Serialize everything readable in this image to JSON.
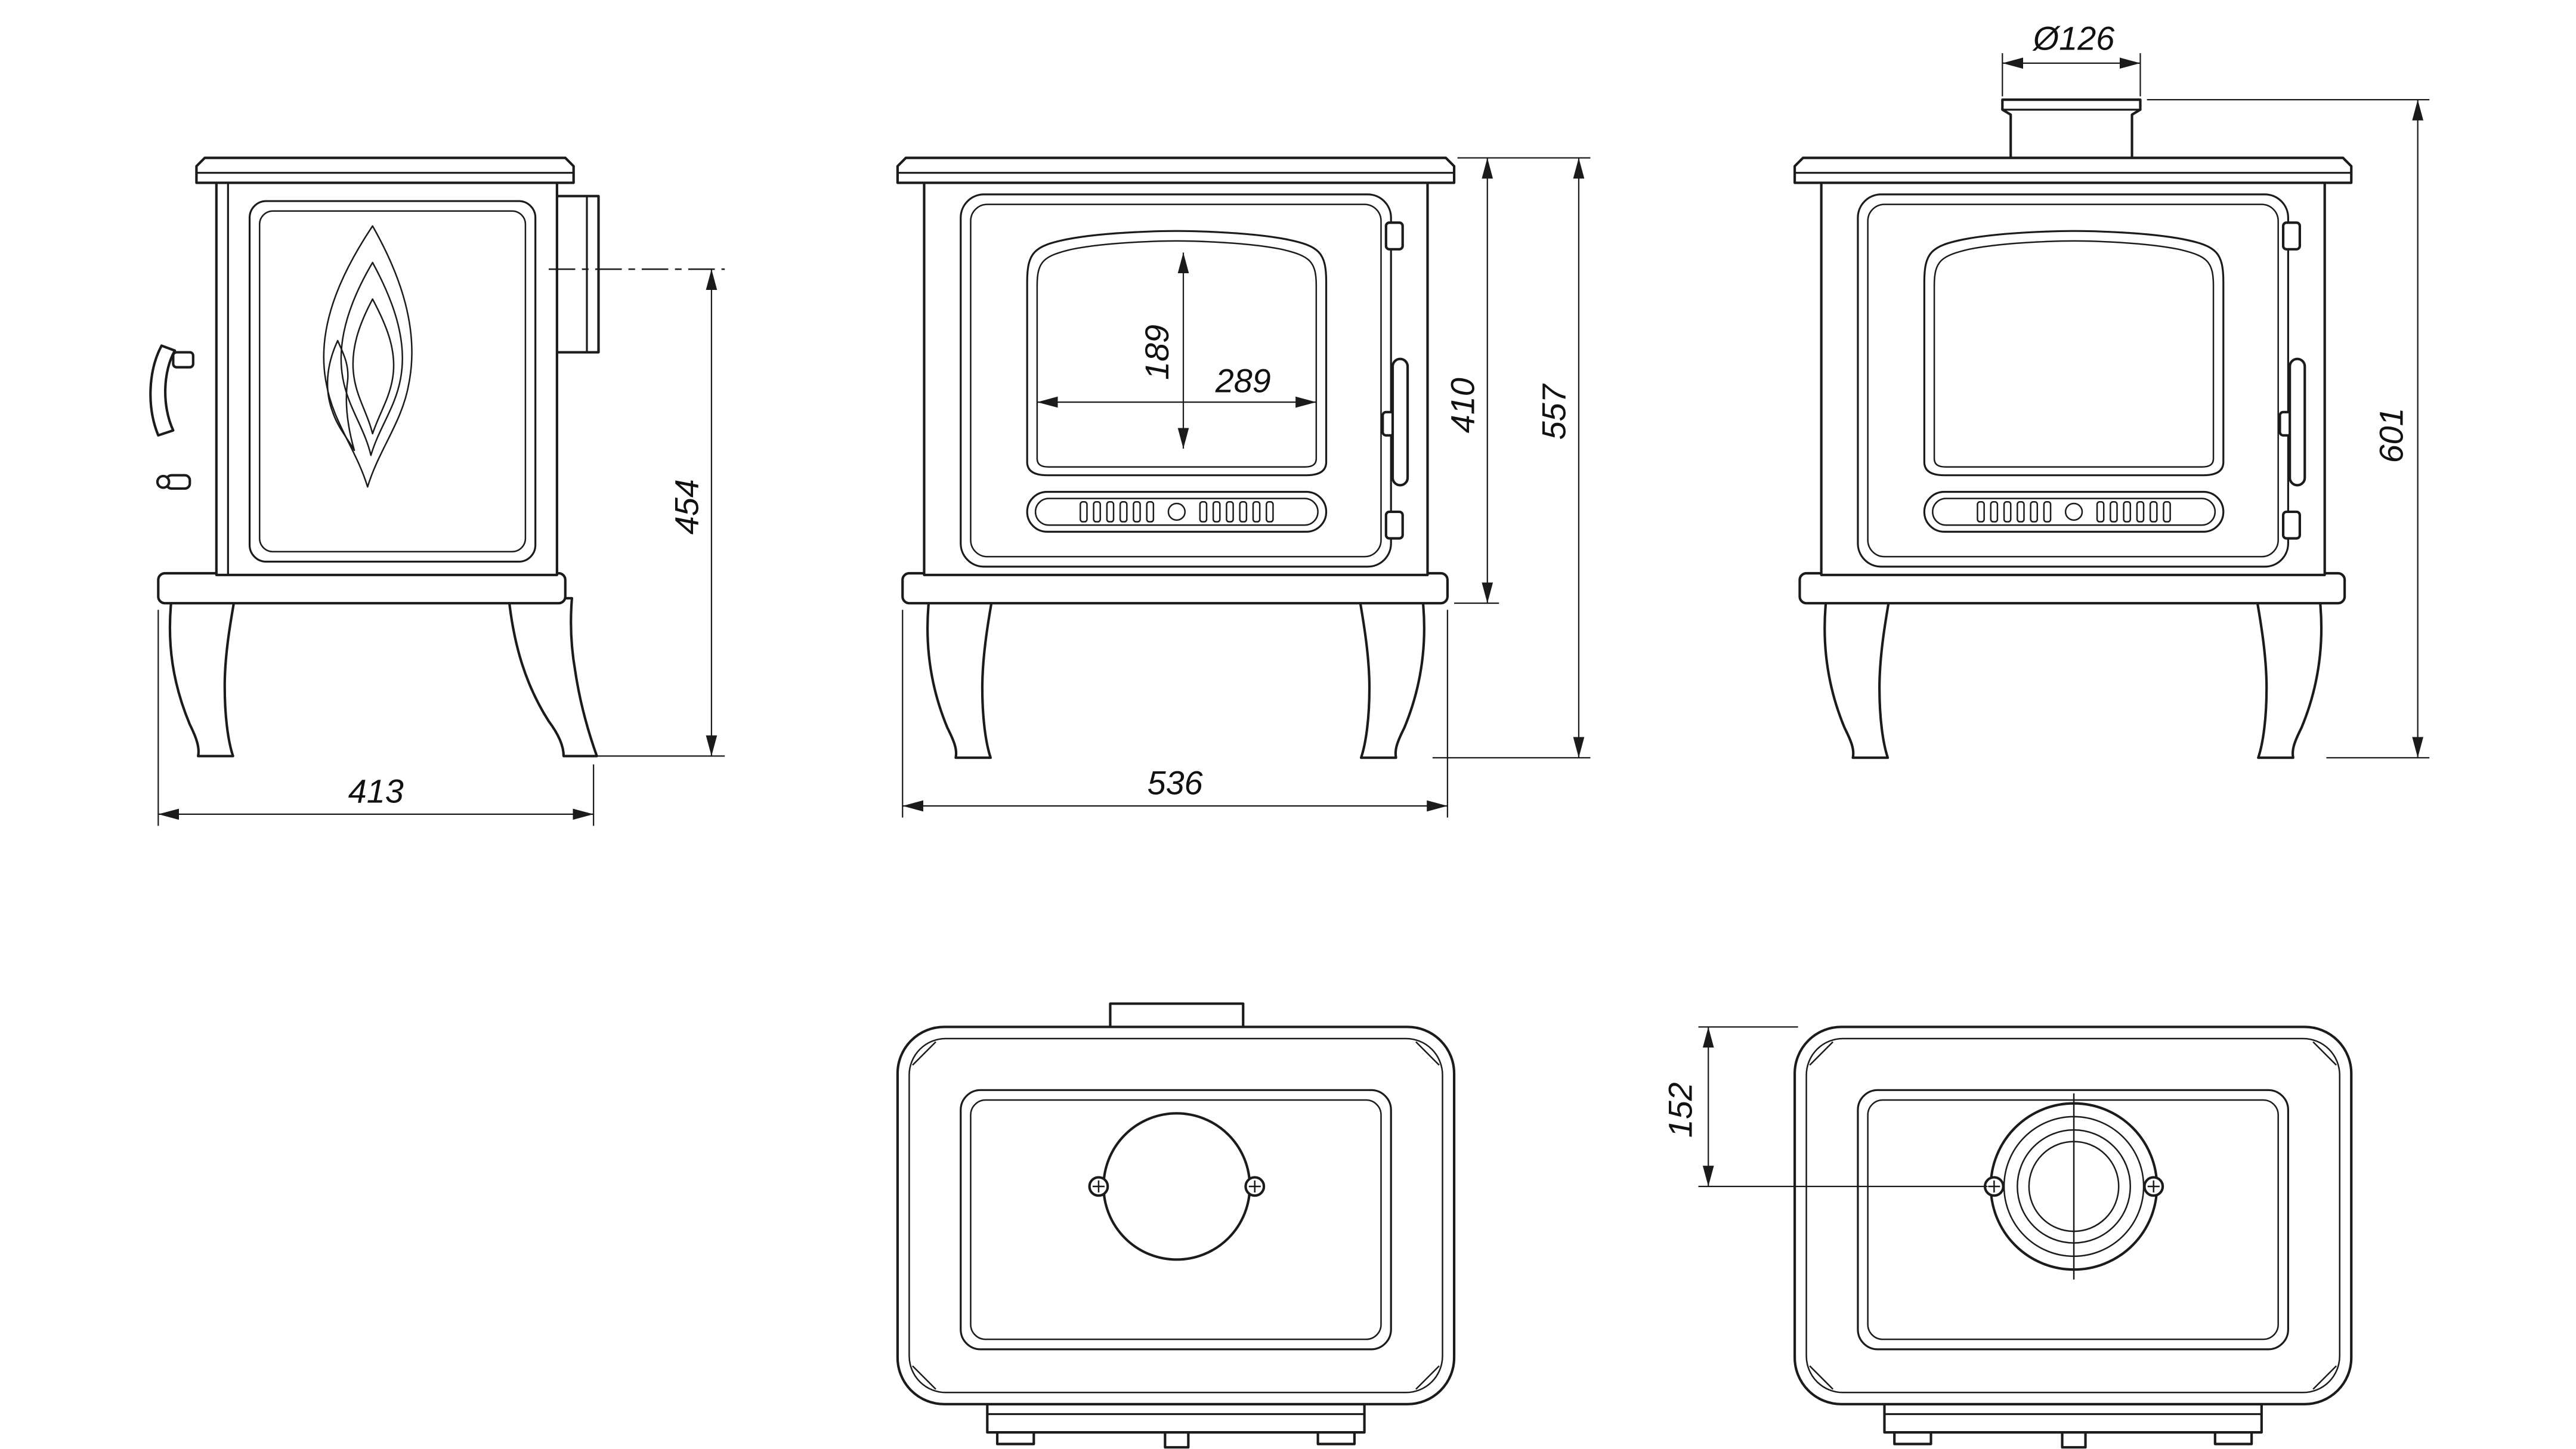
{
  "drawing": {
    "side": {
      "depth": "413",
      "flue_center_height": "454"
    },
    "front": {
      "glass_height": "189",
      "glass_width": "289",
      "body_height": "410",
      "overall_height": "557",
      "width": "536"
    },
    "flue": {
      "flue_diameter": "Ø126",
      "overall_height_with_flue": "601"
    },
    "top": {
      "flue_center_offset": "152"
    }
  }
}
